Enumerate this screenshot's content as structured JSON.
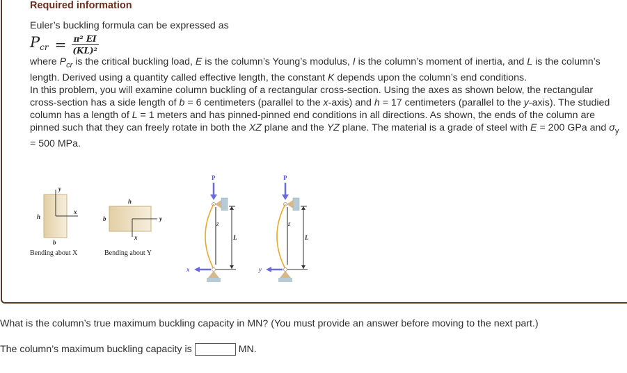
{
  "header": {
    "title": "Required information"
  },
  "intro": {
    "line1": "Euler’s buckling formula can be expressed as",
    "formula": {
      "lhs": "P",
      "lhs_sub": "cr",
      "equals": "=",
      "numerator": "π² EI",
      "denominator": "(KL)²"
    },
    "where_parts": {
      "a": "where ",
      "pcr": "P",
      "pcr_sub": "cr",
      "b": " is the critical buckling load, ",
      "E": "E",
      "c": " is the column’s Young’s modulus, ",
      "I": "I",
      "d": " is the column’s moment of inertia, and ",
      "L": "L",
      "e": " is the column’s length. Derived using a quantity called effective length, the constant ",
      "K": "K",
      "f": " depends upon the column’s end conditions."
    }
  },
  "problem": {
    "a": "In this problem, you will examine column buckling of a rectangular cross-section. Using the axes as shown below, the rectangular cross-section has a side length of ",
    "b_var": "b",
    "b_val": " = 6 centimeters (parallel to the ",
    "x_var": "x",
    "c": "-axis) and ",
    "h_var": "h",
    "h_val": " = 17 centimeters (parallel to the ",
    "y_var": "y",
    "d": "-axis). The studied column has a length of ",
    "L_var": "L",
    "L_val": " = 1 meters and has pinned-pinned end conditions in all directions. As shown, the ends of the column are pinned such that they can freely rotate in both the ",
    "XZ": "XZ",
    "e": " plane and the ",
    "YZ": "YZ",
    "f": " plane. The material is a grade of steel with ",
    "E_var": "E",
    "E_val": " = 200 GPa and ",
    "sigma": "σ",
    "sigma_sub": "y",
    "g": " = 500 MPa."
  },
  "figure": {
    "section_x": {
      "caption": "Bending about X",
      "h": "h",
      "b": "b",
      "x": "x",
      "y": "y"
    },
    "section_y": {
      "caption": "Bending about Y",
      "h": "h",
      "b": "b",
      "x": "x",
      "y": "y"
    },
    "column_xz": {
      "load": "P",
      "axis": "x",
      "z": "z",
      "length": "L"
    },
    "column_yz": {
      "load": "P",
      "axis": "y",
      "z": "z",
      "length": "L"
    },
    "colors": {
      "section_fill": "#e9d9b8",
      "section_border": "#c8b07e",
      "deflected": "#e8a92a",
      "arrow": "#6b6bdc",
      "support": "#b7cbd6",
      "pin": "#d6b98a"
    }
  },
  "question": {
    "text": "What is the column’s true maximum buckling capacity in MN? (You must provide an answer before moving to the next part.)",
    "answer_prefix": "The column’s maximum buckling capacity is",
    "answer_value": "",
    "answer_unit": "MN."
  },
  "colors": {
    "border": "#5c3a21",
    "title": "#6b2d1f",
    "text": "#2e2e2e"
  }
}
